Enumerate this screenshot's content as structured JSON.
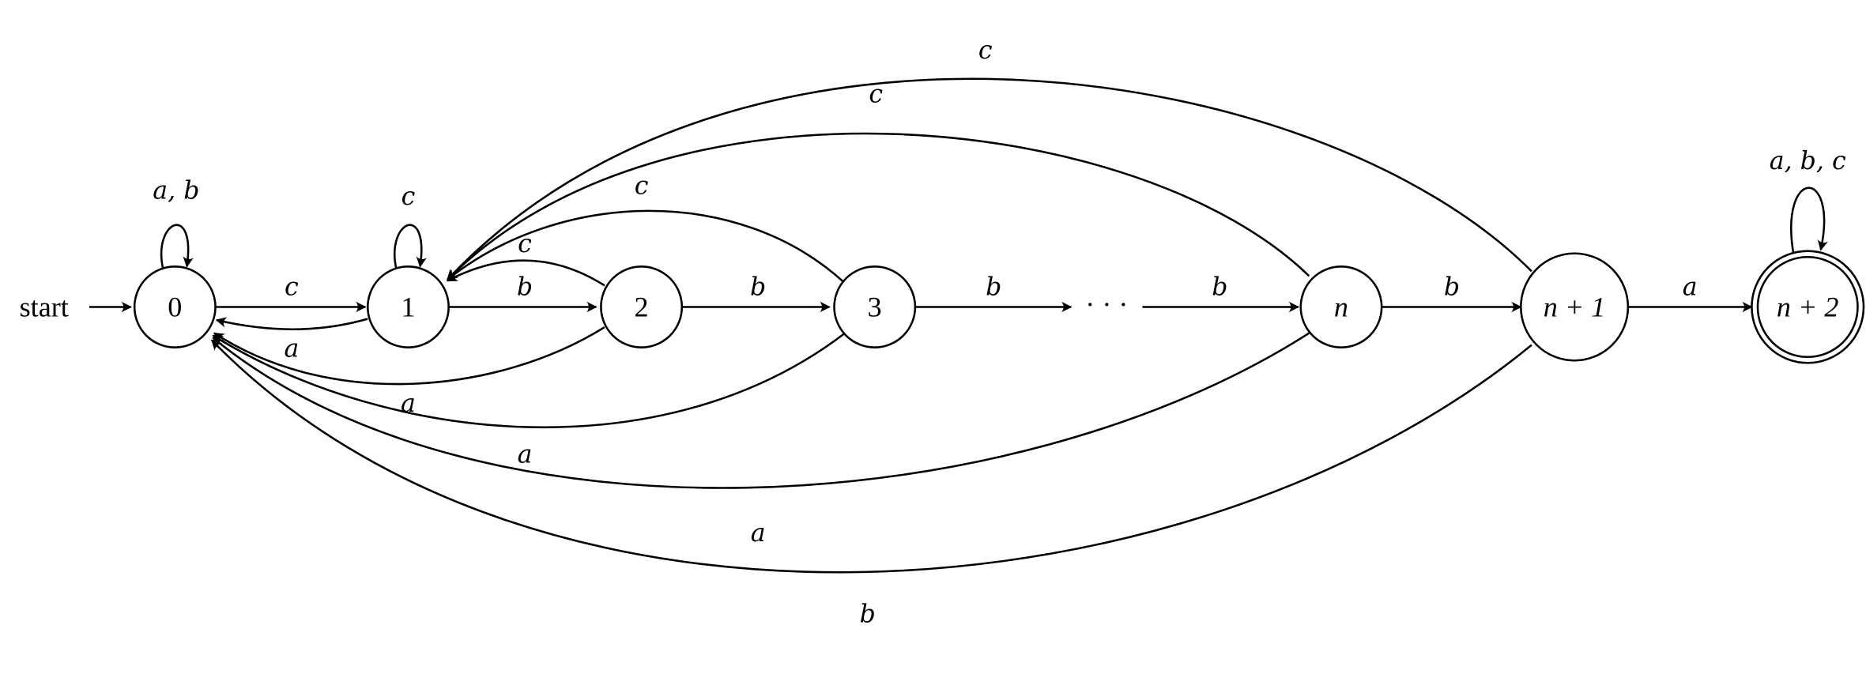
{
  "start_label": "start",
  "states": [
    {
      "id": "q0",
      "label": "0",
      "accepting": false
    },
    {
      "id": "q1",
      "label": "1",
      "accepting": false
    },
    {
      "id": "q2",
      "label": "2",
      "accepting": false
    },
    {
      "id": "q3",
      "label": "3",
      "accepting": false
    },
    {
      "id": "qdots",
      "label": "· · ·",
      "accepting": false
    },
    {
      "id": "qn",
      "label": "n",
      "accepting": false
    },
    {
      "id": "qn1",
      "label": "n + 1",
      "accepting": false
    },
    {
      "id": "qn2",
      "label": "n + 2",
      "accepting": true
    }
  ],
  "transitions": {
    "loop_0": "a, b",
    "loop_1": "c",
    "loop_n2": "a, b, c",
    "e_0_1": "c",
    "e_1_0": "a",
    "e_1_2": "b",
    "e_2_1": "c",
    "e_2_3": "b",
    "e_3_1": "c",
    "e_3_dots": "b",
    "e_dots_n": "b",
    "e_n_n1": "b",
    "e_n1_n2": "a",
    "e_n_1": "c",
    "e_n1_1": "c",
    "e_2_0": "a",
    "e_3_0": "a",
    "e_n_0": "a",
    "e_n1_0": "b"
  }
}
